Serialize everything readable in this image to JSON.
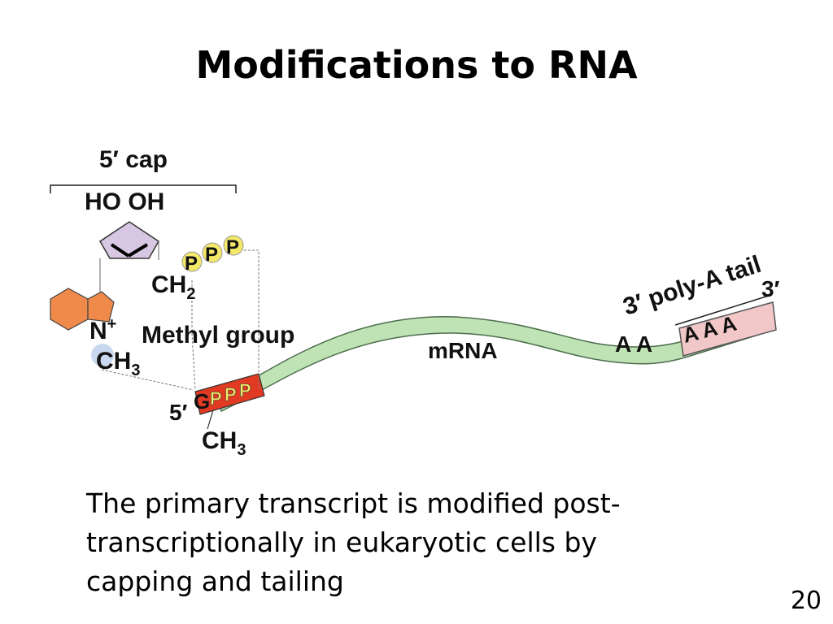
{
  "slide": {
    "title": "Modifications to RNA",
    "caption_lines": [
      "The primary transcript is modified post-",
      "transcriptionally in eukaryotic cells by",
      "capping and tailing"
    ],
    "page_number": "20"
  },
  "diagram": {
    "cap_label": "5′ cap",
    "ho_oh": "HO OH",
    "ch2": "CH",
    "ch2_sub": "2",
    "phosphate_letter": "P",
    "n_plus": "N",
    "n_plus_sup": "+",
    "methyl_group": "Methyl group",
    "ch3": "CH",
    "ch3_sub": "3",
    "five_prime": "5′",
    "g_letter": "G",
    "mrna": "mRNA",
    "aa_letters": "A A",
    "aaa_letters": "A A A",
    "poly_a_tail": "3′ poly-A tail",
    "three_prime": "3′",
    "colors": {
      "mrna_green": "#bfe3b4",
      "sugar_lilac": "#d8c7e2",
      "base_orange": "#f08a4b",
      "phosphate_yellow": "#f4e869",
      "cap_red": "#e23a22",
      "tail_pink": "#f1c7c7",
      "methyl_blue": "#c8d8ee"
    }
  }
}
